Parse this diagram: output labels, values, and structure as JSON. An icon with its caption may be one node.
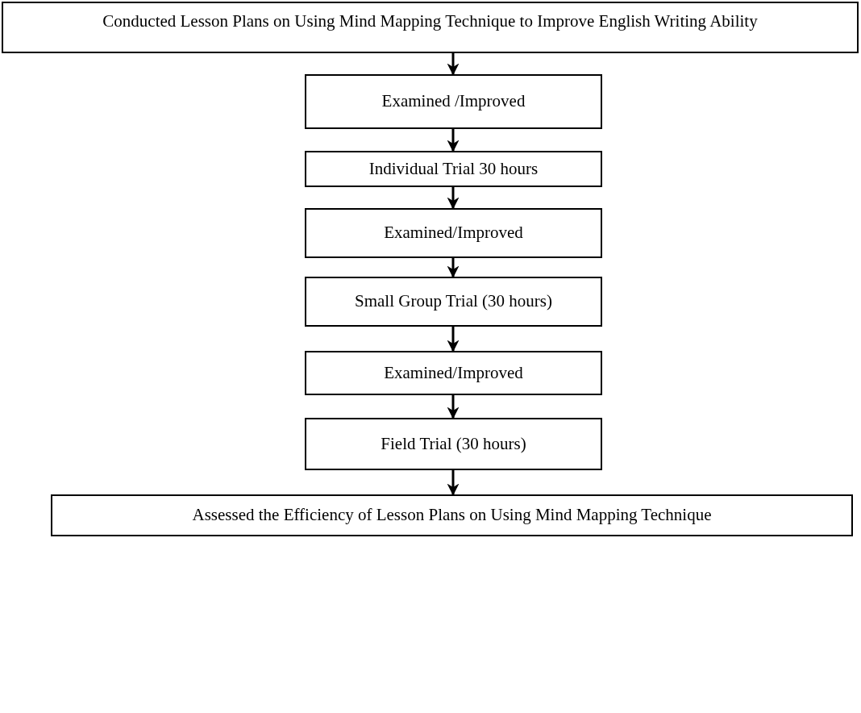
{
  "diagram": {
    "nodes": [
      {
        "text": [
          "Conducted Lesson Plans on Using Mind Mapping Technique to Improve English Writing Ability"
        ]
      },
      {
        "text": [
          "Examined /Improved"
        ]
      },
      {
        "text": [
          "Individual Trial 30 hours"
        ]
      },
      {
        "text": [
          "Examined/Improved"
        ]
      },
      {
        "text": [
          "Small Group Trial (30 hours)"
        ]
      },
      {
        "text": [
          "Examined/Improved"
        ]
      },
      {
        "text": [
          "Field Trial (30 hours)"
        ]
      },
      {
        "text": [
          "Assessed the Efficiency of Lesson Plans on Using Mind Mapping Technique"
        ]
      }
    ],
    "edges": [
      {
        "from": 0,
        "to": 1,
        "arrow": "to"
      },
      {
        "from": 1,
        "to": 2,
        "arrow": "to"
      },
      {
        "from": 2,
        "to": 3,
        "arrow": "to"
      },
      {
        "from": 3,
        "to": 4,
        "arrow": "to"
      },
      {
        "from": 4,
        "to": 5,
        "arrow": "to"
      },
      {
        "from": 5,
        "to": 6,
        "arrow": "to"
      },
      {
        "from": 6,
        "to": 7,
        "arrow": "to"
      }
    ]
  }
}
